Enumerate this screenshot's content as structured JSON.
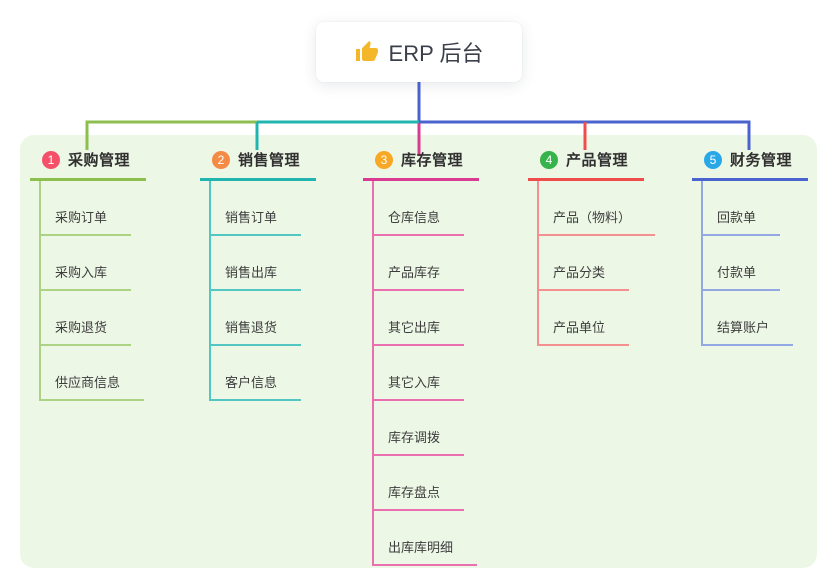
{
  "root": {
    "label": "ERP 后台",
    "icon": "thumbs-up-icon"
  },
  "branches": [
    {
      "num": "1",
      "label": "采购管理",
      "badge_color": "#f4506a",
      "line_color": "#8cbf4e",
      "child_line_color": "#abd383",
      "children": [
        "采购订单",
        "采购入库",
        "采购退货",
        "供应商信息"
      ]
    },
    {
      "num": "2",
      "label": "销售管理",
      "badge_color": "#f58a44",
      "line_color": "#22b5b0",
      "child_line_color": "#52c6c1",
      "children": [
        "销售订单",
        "销售出库",
        "销售退货",
        "客户信息"
      ]
    },
    {
      "num": "3",
      "label": "库存管理",
      "badge_color": "#f9a825",
      "line_color": "#d93b92",
      "child_line_color": "#ea6fae",
      "children": [
        "仓库信息",
        "产品库存",
        "其它出库",
        "其它入库",
        "库存调拨",
        "库存盘点",
        "出库库明细"
      ]
    },
    {
      "num": "4",
      "label": "产品管理",
      "badge_color": "#36b34a",
      "line_color": "#ef4c4c",
      "child_line_color": "#f59090",
      "children": [
        "产品（物料）",
        "产品分类",
        "产品单位"
      ]
    },
    {
      "num": "5",
      "label": "财务管理",
      "badge_color": "#29a8e8",
      "line_color": "#4a63cf",
      "child_line_color": "#92a7e3",
      "children": [
        "回款单",
        "付款单",
        "结算账户"
      ]
    }
  ],
  "colors": {
    "root_connector": "#4a63cf",
    "bus_left": "#8cbf4e",
    "bus_middle": "#22b5b0",
    "bus_right": "#4a63cf",
    "panel_background": "#edf7e6",
    "root_icon_yellow": "#f5b72a"
  }
}
